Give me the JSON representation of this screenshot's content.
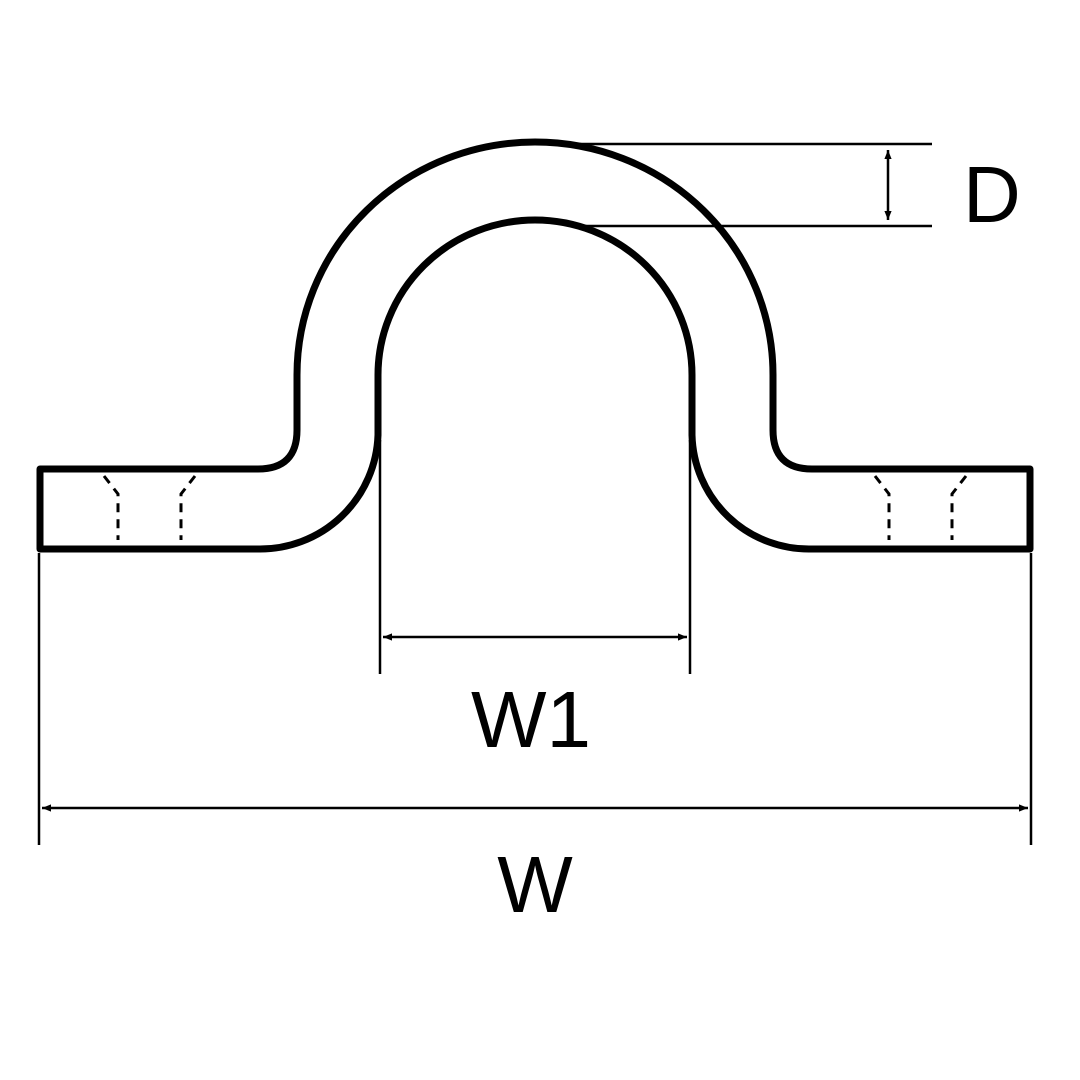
{
  "labels": {
    "depth": "D",
    "inner_width": "W1",
    "overall_width": "W"
  },
  "colors": {
    "line": "#000000",
    "background": "#ffffff"
  }
}
